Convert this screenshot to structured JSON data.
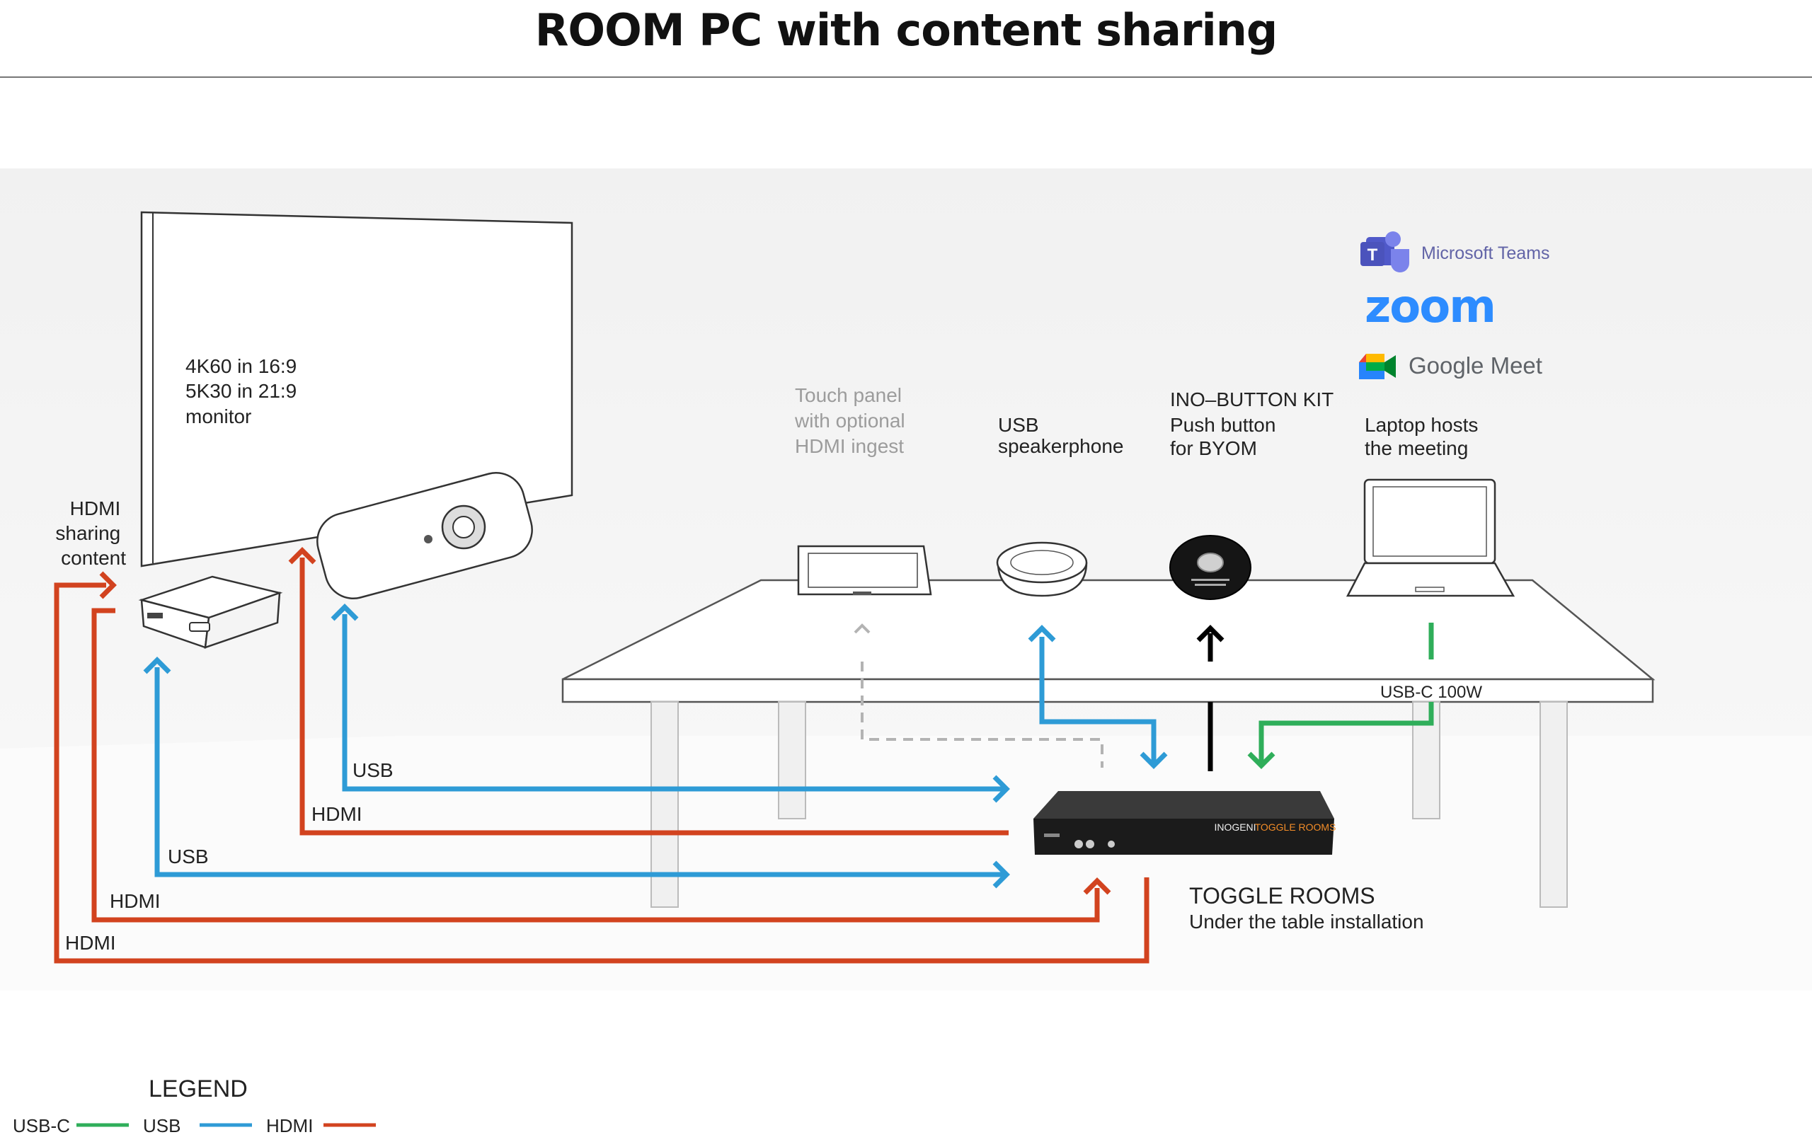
{
  "title": "ROOM PC with content sharing",
  "colors": {
    "usbc": "#2fae5a",
    "usb": "#2e9bd6",
    "hdmi": "#d2431f",
    "dashed": "#b3b3b3"
  },
  "monitor": {
    "lines": [
      "4K60 in 16:9",
      "5K30 in 21:9",
      "monitor"
    ]
  },
  "hdmi_sharing": {
    "lines": [
      "HDMI",
      "sharing",
      "content"
    ]
  },
  "touch_panel": {
    "lines": [
      "Touch panel",
      "with optional",
      "HDMI ingest"
    ]
  },
  "speakerphone": {
    "lines": [
      "USB",
      "speakerphone"
    ]
  },
  "ino_button": {
    "title": "INO–BUTTON KIT",
    "lines": [
      "Push button",
      "for BYOM"
    ]
  },
  "laptop": {
    "lines": [
      "Laptop hosts",
      "the meeting"
    ]
  },
  "platforms": {
    "teams": "Microsoft Teams",
    "zoom": "zoom",
    "meet": "Google Meet"
  },
  "usbc_label": "USB-C 100W",
  "connections": {
    "usb_cam": "USB",
    "hdmi_cam": "HDMI",
    "usb_pc": "USB",
    "hdmi_pc": "HDMI",
    "hdmi_share": "HDMI"
  },
  "toggle_rooms": {
    "title": "TOGGLE ROOMS",
    "subtitle": "Under the table installation",
    "brand": "INOGENI",
    "model": "TOGGLE ROOMS"
  },
  "legend": {
    "title": "LEGEND",
    "items": [
      {
        "label": "USB-C"
      },
      {
        "label": "USB"
      },
      {
        "label": "HDMI"
      }
    ]
  }
}
